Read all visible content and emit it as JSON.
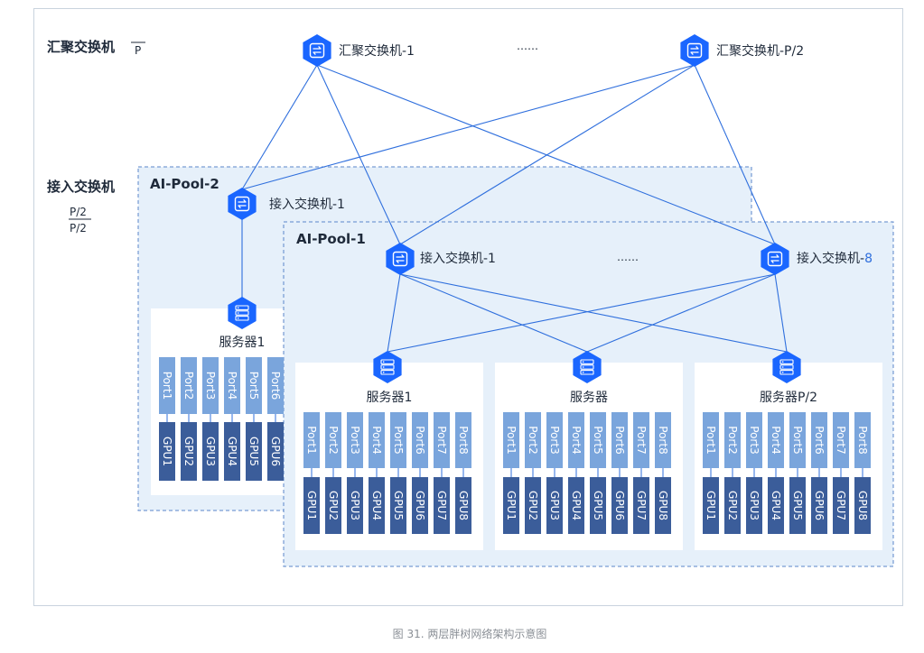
{
  "labels": {
    "agg_layer_title": "汇聚交换机",
    "agg_layer_ratio": "P",
    "access_layer_title": "接入交换机",
    "access_ratio_num": "P/2",
    "access_ratio_den": "P/2",
    "agg_switch_1": "汇聚交换机-1",
    "agg_ellipsis": "……",
    "agg_switch_p2": "汇聚交换机-P/2",
    "pool2_title": "AI-Pool-2",
    "pool1_title": "AI-Pool-1",
    "pool2_access_switch": "接入交换机-1",
    "pool1_access_switch_1": "接入交换机-1",
    "access_ellipsis": "……",
    "pool1_access_switch_8_prefix": "接入交换机-",
    "pool1_access_switch_8_num": "8",
    "pool2_server": "服务器1",
    "pool1_server_1": "服务器1",
    "pool1_server_mid": "服务器",
    "pool1_server_p2": "服务器P/2",
    "caption": "图 31. 两层胖树网络架构示意图"
  },
  "ports": [
    "Port1",
    "Port2",
    "Port3",
    "Port4",
    "Port5",
    "Port6",
    "Port7",
    "Port8"
  ],
  "gpus": [
    "GPU1",
    "GPU2",
    "GPU3",
    "GPU4",
    "GPU5",
    "GPU6",
    "GPU7",
    "GPU8"
  ],
  "colors": {
    "switch_icon": "#1a66ff",
    "link": "#2f6fdd",
    "pool_fill": "#e6f0fa",
    "pool_border": "#5b86c9",
    "port_fill": "#7aa5dc",
    "gpu_fill": "#3b5d9a",
    "accent_text": "#2f6fdd"
  }
}
